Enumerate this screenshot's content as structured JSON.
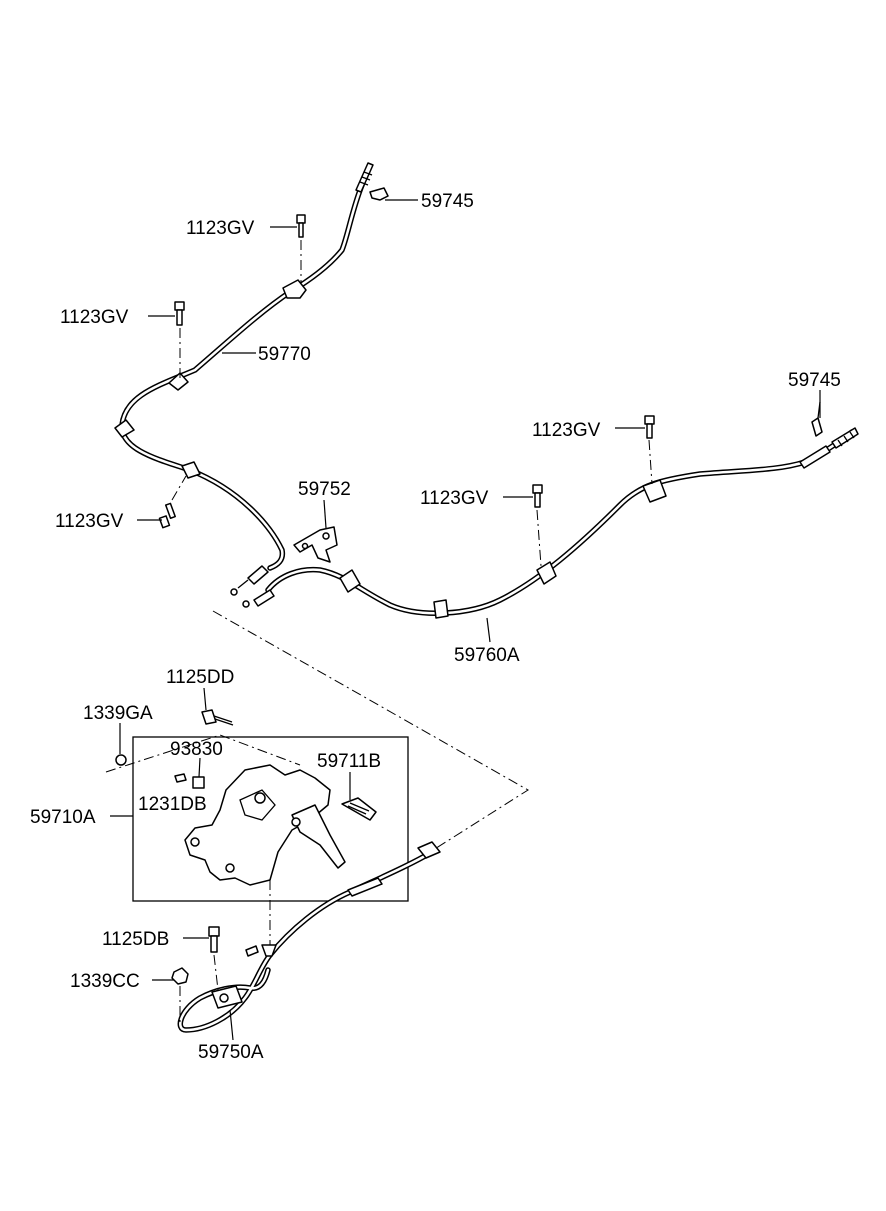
{
  "labels": {
    "p59745_top": "59745",
    "p1123gv_a": "1123GV",
    "p1123gv_b": "1123GV",
    "p59770": "59770",
    "p59745_right": "59745",
    "p1123gv_c": "1123GV",
    "p59752": "59752",
    "p1123gv_d": "1123GV",
    "p1123gv_e": "1123GV",
    "p59760a": "59760A",
    "p1125dd": "1125DD",
    "p1339ga": "1339GA",
    "p93830": "93830",
    "p59711b": "59711B",
    "p1231db": "1231DB",
    "p59710a": "59710A",
    "p1125db": "1125DB",
    "p1339cc": "1339CC",
    "p59750a": "59750A"
  }
}
